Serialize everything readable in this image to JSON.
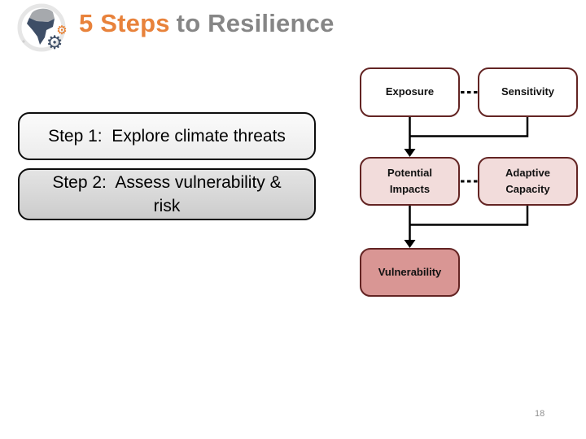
{
  "slide": {
    "title_highlight": "5 Steps",
    "title_rest": "to Resilience",
    "page_number": "18"
  },
  "steps": {
    "step1": "Step 1:  Explore climate threats",
    "step2": "Step 2:  Assess vulnerability &\nrisk"
  },
  "flowchart": {
    "exposure": "Exposure",
    "sensitivity": "Sensitivity",
    "potential_impacts": "Potential\nImpacts",
    "adaptive_capacity": "Adaptive\nCapacity",
    "vulnerability": "Vulnerability"
  },
  "icons": {
    "logo": "globe-with-gears",
    "gear_glyph": "⚙"
  },
  "colors": {
    "title_highlight": "#E8823B",
    "title_rest": "#868686",
    "node_border": "#632423",
    "node_fill_white": "#FFFFFF",
    "node_fill_light_pink": "#F2DCDB",
    "node_fill_medium_pink": "#D99694",
    "connector": "#000000",
    "gear_orange": "#E87722",
    "gear_slate": "#3E4E66"
  }
}
